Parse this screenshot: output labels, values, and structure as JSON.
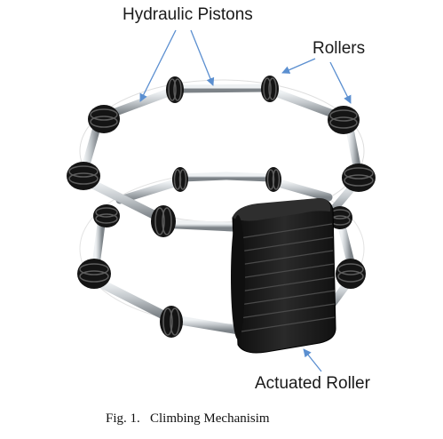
{
  "labels": {
    "hydraulic_pistons": "Hydraulic Pistons",
    "rollers": "Rollers",
    "actuated_roller": "Actuated Roller"
  },
  "caption": {
    "fig_number": "Fig. 1.",
    "title": "Climbing Mechanisim",
    "full": "Fig. 1.   Climbing Mechanisim"
  },
  "colors": {
    "roller": "#141414",
    "roller_highlight": "#6a6a6a",
    "piston": "#b9bfc4",
    "piston_highlight": "#eef1f3",
    "belt": "#1a1a1a",
    "belt_line": "#4a4a4a",
    "arrow": "#5b8fd0",
    "ring_line": "#d9d9d9"
  }
}
